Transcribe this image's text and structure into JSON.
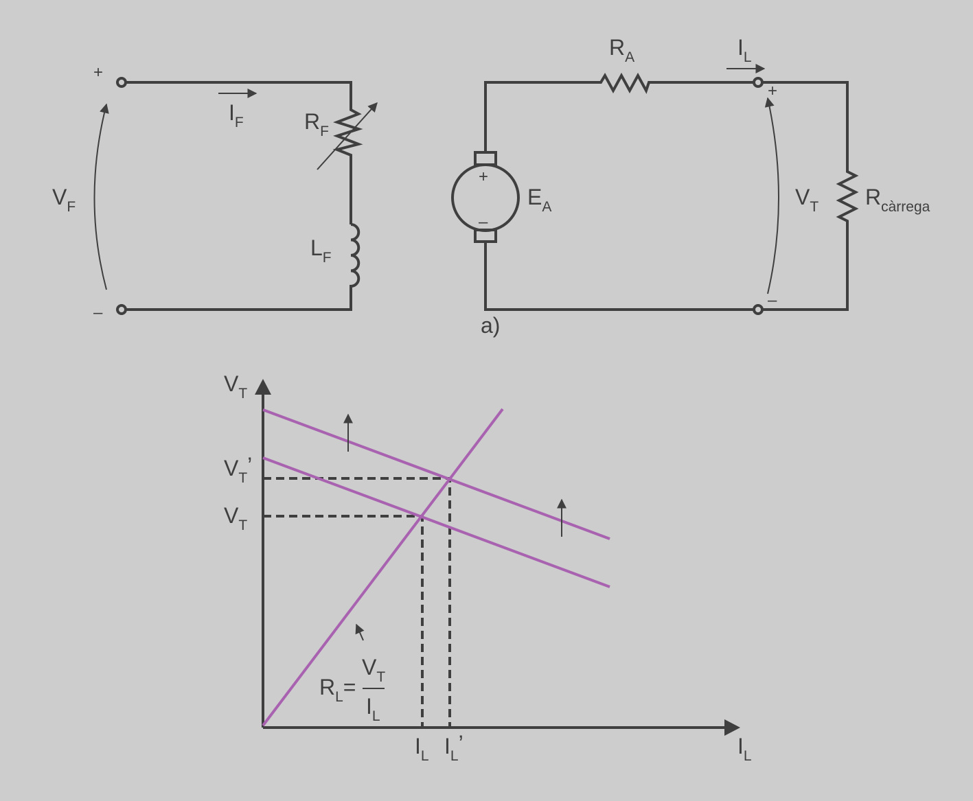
{
  "field_circuit": {
    "plus": "+",
    "minus": "–",
    "vf": {
      "main": "V",
      "sub": "F"
    },
    "if": {
      "main": "I",
      "sub": "F"
    },
    "rf": {
      "main": "R",
      "sub": "F"
    },
    "lf": {
      "main": "L",
      "sub": "F"
    }
  },
  "armature_circuit": {
    "ra": {
      "main": "R",
      "sub": "A"
    },
    "il": {
      "main": "I",
      "sub": "L"
    },
    "ea": {
      "main": "E",
      "sub": "A"
    },
    "ea_plus": "+",
    "ea_minus": "–",
    "plus": "+",
    "minus": "–",
    "vt": {
      "main": "V",
      "sub": "T"
    },
    "rload": {
      "main": "R",
      "sub": "càrrega"
    },
    "caption": "a)"
  },
  "graph": {
    "y_axis": {
      "main": "V",
      "sub": "T"
    },
    "x_axis": {
      "main": "I",
      "sub": "L"
    },
    "vt_prime": {
      "main": "V",
      "sub": "T",
      "prime": "’"
    },
    "vt": {
      "main": "V",
      "sub": "T"
    },
    "il": {
      "main": "I",
      "sub": "L"
    },
    "il_prime": {
      "main": "I",
      "sub": "L",
      "prime": "’"
    },
    "rl_formula": {
      "lhs": "R",
      "lhs_sub": "L",
      "eq": "=",
      "num": "V",
      "num_sub": "T",
      "den": "I",
      "den_sub": "L"
    },
    "colors": {
      "curve": "#a862b0",
      "line": "#3f3f3f",
      "background": "#cdcdcd"
    }
  }
}
